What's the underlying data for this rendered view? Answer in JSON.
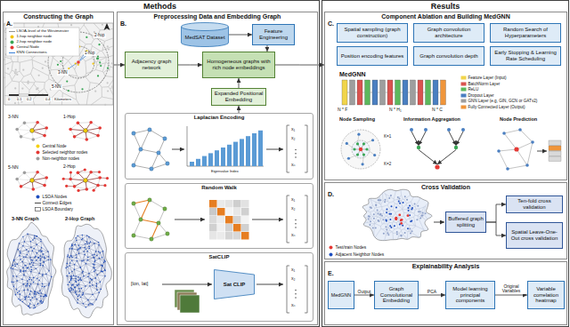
{
  "diagram": {
    "nodes": [
      {
        "text": [
          "Methods"
        ]
      },
      {
        "text": [
          "Constructing the Graph",
          "A."
        ],
        "in": 0
      },
      {
        "text": [
          "Preprocessing Data and Embedding Graph",
          "B."
        ],
        "in": 0
      },
      {
        "text": [
          "MedSAT Dataset"
        ],
        "in": 2
      },
      {
        "text": [
          "Feature Engineering"
        ],
        "in": 2
      },
      {
        "text": [
          "Adjacency graph network"
        ],
        "in": 2
      },
      {
        "text": [
          "Homogeneous graphs with rich node embeddings"
        ],
        "in": 2
      },
      {
        "text": [
          "Expanded Positional Embedding"
        ],
        "in": 2
      },
      {
        "text": [
          "Laplacian Encoding"
        ],
        "in": 2
      },
      {
        "text": [
          "Random Walk"
        ],
        "in": 2
      },
      {
        "text": [
          "SatCLIP"
        ],
        "in": 2
      },
      {
        "text": [
          "Sat CLIP"
        ],
        "in": 10
      },
      {
        "text": [
          "Results"
        ]
      },
      {
        "text": [
          "Component Ablation and Building MedGNN",
          "C."
        ],
        "in": 12
      },
      {
        "text": [
          "Spatial sampling (graph construction)"
        ],
        "in": 13
      },
      {
        "text": [
          "Graph convolution architecture"
        ],
        "in": 13
      },
      {
        "text": [
          "Random Search of Hyperparameters"
        ],
        "in": 13
      },
      {
        "text": [
          "Position encoding features"
        ],
        "in": 13
      },
      {
        "text": [
          "Graph convolution depth"
        ],
        "in": 13
      },
      {
        "text": [
          "Early Stopping & Learning Rate Scheduling"
        ],
        "in": 13
      },
      {
        "text": [
          "Cross Validation",
          "D."
        ],
        "in": 12
      },
      {
        "text": [
          "Buffered graph splitting"
        ],
        "in": 20
      },
      {
        "text": [
          "Ten-fold cross validation"
        ],
        "in": 20
      },
      {
        "text": [
          "Spatial Leave-One-Out cross validation"
        ],
        "in": 20
      },
      {
        "text": [
          "Explainability Analysis",
          "E."
        ],
        "in": 12
      },
      {
        "text": [
          "MedGNN"
        ],
        "in": 24
      },
      {
        "text": [
          "Graph Convolutional Embedding"
        ],
        "in": 24
      },
      {
        "text": [
          "Model learning principal components"
        ],
        "in": 24
      },
      {
        "text": [
          "Variable correlation heatmap"
        ],
        "in": 24
      }
    ],
    "edges": [
      {
        "from": 3,
        "to": 4,
        "arrow": "to"
      },
      {
        "from": 4,
        "to": 6,
        "arrow": "to"
      },
      {
        "from": 1,
        "to": 5,
        "arrow": "to"
      },
      {
        "from": 5,
        "to": 6,
        "arrow": "to"
      },
      {
        "from": 7,
        "to": 6,
        "arrow": "to"
      },
      {
        "from": 8,
        "to": 7,
        "arrow": "to"
      },
      {
        "from": 6,
        "to": 13,
        "arrow": "to"
      },
      {
        "from": 21,
        "to": 22,
        "arrow": "to"
      },
      {
        "from": 21,
        "to": 23,
        "arrow": "to"
      },
      {
        "from": 25,
        "to": 26,
        "label": "Output",
        "arrow": "to"
      },
      {
        "from": 26,
        "to": 27,
        "label": "PCA",
        "arrow": "to"
      },
      {
        "from": 27,
        "to": 28,
        "label": "Original Variables",
        "arrow": "to"
      }
    ],
    "labels": [
      "0",
      "0.1",
      "0.2",
      "0.4",
      "Kilometers",
      "3-NN",
      "5-NN",
      "1-hop",
      "2-hop",
      "3-NN",
      "1-Hop",
      "5-NN",
      "2-Hop",
      "3-NN Graph",
      "2-Hop Graph",
      "Eigenvalue Index",
      "x₁",
      "x₂",
      "xₙ",
      "x₁",
      "x₂",
      "xₙ",
      "x₁",
      "x₂",
      "xₙ",
      "[lon, lat]",
      "MedGNN",
      "N * F",
      "N * H₁",
      "N * C",
      "Node Sampling",
      "Information Aggregation",
      "Node Prediction",
      "K=1",
      "K=2"
    ],
    "legend": [
      {
        "text": "LSOA-level of the Westminster"
      },
      {
        "text": "1-hop neighbor node",
        "color": "#f2c40f"
      },
      {
        "text": "2-hop neighbor node",
        "color": "#3aa655"
      },
      {
        "text": "Central Node",
        "color": "#e53935"
      },
      {
        "text": "KNN Connections"
      },
      {
        "text": "Central Node",
        "color": "#f5d000"
      },
      {
        "text": "Selected neighbor nodes",
        "color": "#e53935"
      },
      {
        "text": "Non-neighbor nodes",
        "color": "#9e9e9e"
      },
      {
        "text": "LSOA Nodes",
        "color": "#1f4fbf"
      },
      {
        "text": "Connect Edges"
      },
      {
        "text": "LSOA Boundary"
      },
      {
        "text": "Feature Layer (Input)",
        "color": "#f1d54a"
      },
      {
        "text": "BatchNorm Layer",
        "color": "#d9534f"
      },
      {
        "text": "ReLU",
        "color": "#5cb85c"
      },
      {
        "text": "Dropout Layer",
        "color": "#4a7fc1"
      },
      {
        "text": "GNN Layer (e.g, GIN, GCN or GATv2)",
        "color": "#9e9e9e"
      },
      {
        "text": "Fully Connected Layer (Output)",
        "color": "#f0953a"
      },
      {
        "text": "Test/train Nodes",
        "color": "#e53935"
      },
      {
        "text": "Adjacent Neighbor Nodes",
        "color": "#1f4fbf"
      }
    ]
  }
}
